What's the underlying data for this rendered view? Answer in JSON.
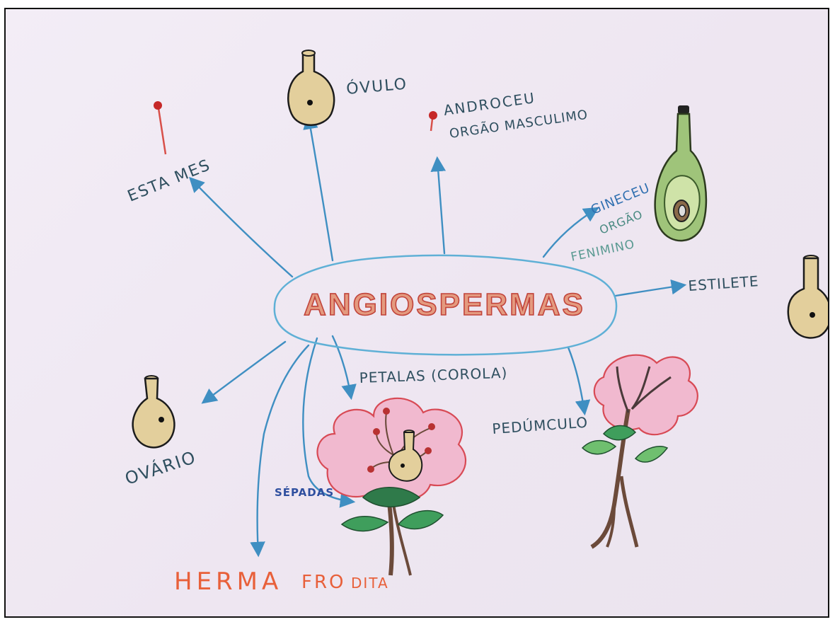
{
  "central": {
    "label": "ANGIOSPERMAS"
  },
  "labels": {
    "ovulo": "ÓVULO",
    "androceu_1": "ANDROCEU",
    "androceu_2": "ORGÃO MASCULIMO",
    "estames": "ESTA MES",
    "gineceu_1": "GINECEU",
    "gineceu_2": "ORGÃO",
    "gineceu_3": "FENIMINO",
    "estilete": "ESTILETE",
    "petalas": "PETALAS (COROLA)",
    "pedunculo": "PEDÚMCULO",
    "ovario": "OVÁRIO",
    "sepalas": "SÉPADAS",
    "hermafrodita_1": "HERMA",
    "hermafrodita_2": "FRO",
    "hermafrodita_3": "DITA"
  },
  "colors": {
    "arrow": "#3f8fc2",
    "central_text": "#c1443b",
    "label_text": "#2f4f5f",
    "hermafrodita": "#e8603a",
    "petals": "#f1b9cf",
    "petal_outline": "#d84a55",
    "leaf": "#3f9e5c",
    "stem": "#6b4a3a",
    "organ_fill": "#e3cf9c"
  }
}
